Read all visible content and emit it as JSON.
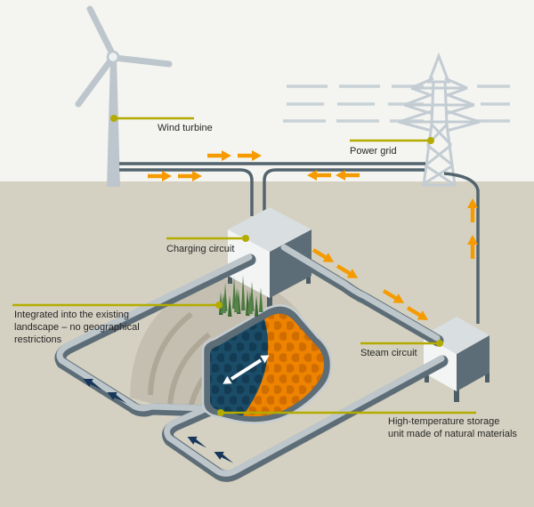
{
  "diagram": {
    "labels": {
      "wind_turbine": "Wind turbine",
      "power_grid": "Power grid",
      "charging_circuit": "Charging circuit",
      "steam_circuit": "Steam circuit",
      "integrated_line1": "Integrated into the existing",
      "integrated_line2": "landscape – no geographical",
      "integrated_line3": "restrictions",
      "storage_line1": "High-temperature storage",
      "storage_line2": "unit made of natural materials"
    },
    "colors": {
      "sky": "#f4f4f1",
      "ground": "#d5d1c2",
      "structure": "#bcc6cc",
      "pylon": "#c2ccd2",
      "wire": "#53646e",
      "pipe_dark": "#5d6d77",
      "pipe_light": "#bdc6cb",
      "label_line": "#b3ab00",
      "charge_arrow": "#f59b00",
      "cold_arrow": "#16365a",
      "hot_side": "#ee8300",
      "hot_dots": "#cf6d00",
      "cold_side": "#1b4c68",
      "cold_dots": "#133c54",
      "mound": "#c4bfb0",
      "mound_band": "#afa898",
      "grass_dark": "#3c6933",
      "grass_light": "#4d7a40",
      "box_front": "#f3f5f5",
      "box_top": "#d9dee1",
      "box_side": "#5d6d77",
      "box_leg": "#4d5d66"
    }
  }
}
